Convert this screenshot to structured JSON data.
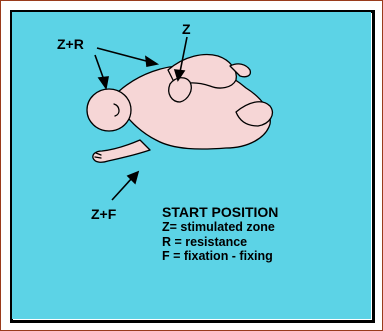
{
  "colors": {
    "panel_background": "#5cd3e6",
    "figure_fill": "#f6d6d6",
    "outline": "#000000",
    "outer_border": "#9a3b1c"
  },
  "labels": {
    "z_plus_r": "Z+R",
    "z": "Z",
    "z_plus_f": "Z+F"
  },
  "legend": {
    "title": "START POSITION",
    "lines": [
      "Z= stimulated zone",
      "R = resistance",
      "F = fixation - fixing"
    ]
  }
}
